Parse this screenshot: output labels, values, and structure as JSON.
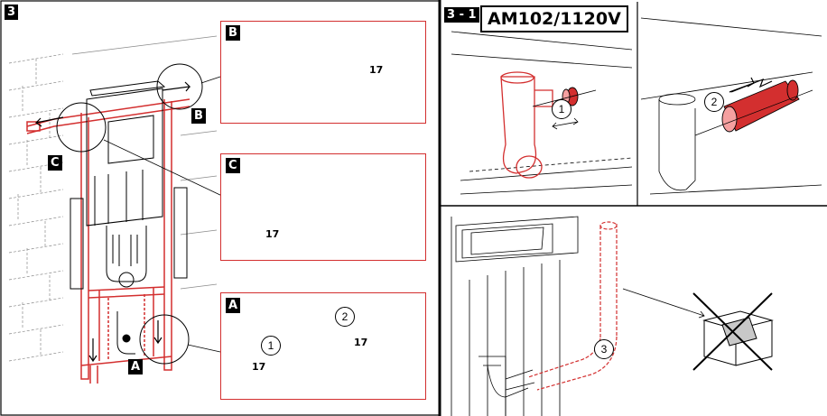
{
  "step_main": {
    "label": "3"
  },
  "step_sub": {
    "label": "3 - 1"
  },
  "model_title": "AM102/1120V",
  "callouts": {
    "a": "A",
    "b": "B",
    "c": "C"
  },
  "steps": {
    "one": "1",
    "two": "2",
    "three": "3"
  },
  "tool_size": "17",
  "colors": {
    "accent": "#d32f2f",
    "accent_light": "#f5a0a0",
    "ink": "#000000"
  }
}
